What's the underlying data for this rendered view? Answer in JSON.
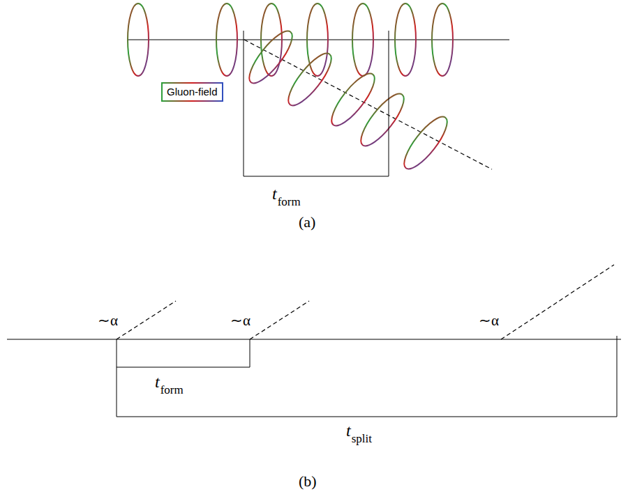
{
  "diagram": {
    "nodes": [
      {
        "text": [
          "Gluon-field"
        ]
      }
    ],
    "edges": [],
    "labels": [
      "t",
      "form",
      "(a)",
      "∼α",
      "∼α",
      "∼α",
      "t",
      "form",
      "t",
      "split",
      "(b)"
    ]
  }
}
